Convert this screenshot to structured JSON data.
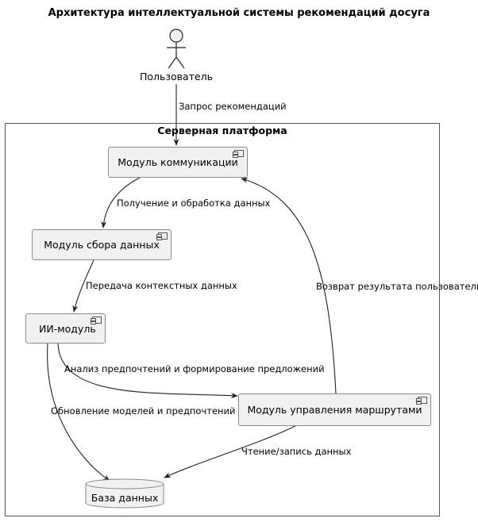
{
  "title": "Архитектура интеллектуальной системы рекомендаций досуга",
  "actor": {
    "name": "Пользователь"
  },
  "container": {
    "title": "Серверная платформа"
  },
  "nodes": {
    "comm": "Модуль коммуникации",
    "collect": "Модуль сбора данных",
    "ai": "ИИ-модуль",
    "routes": "Модуль управления маршрутами",
    "db": "База данных"
  },
  "edges": {
    "request": "Запрос рекомендаций",
    "receive": "Получение и обработка данных",
    "context": "Передача контекстных данных",
    "analysis": "Анализ предпочтений и формирование предложений",
    "update": "Обновление моделей и предпочтений",
    "readwrite": "Чтение/запись данных",
    "return": "Возврат результата пользователю"
  }
}
